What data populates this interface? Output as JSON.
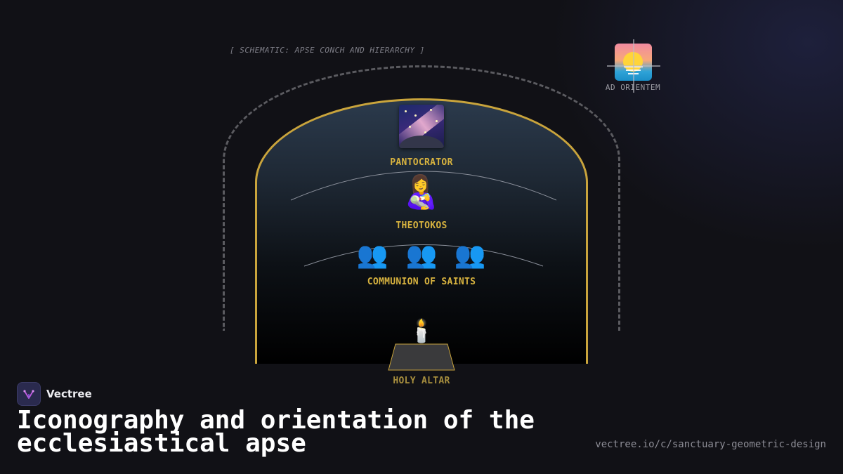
{
  "diagram": {
    "caption": "[ SCHEMATIC: APSE CONCH AND HIERARCHY ]",
    "tiers": {
      "pantocrator": {
        "label": "PANTOCRATOR",
        "icon": "milky-way-icon"
      },
      "theotokos": {
        "label": "THEOTOKOS",
        "icon": "woman-feeding-baby-icon",
        "emoji": "👩‍🍼"
      },
      "saints": {
        "label": "COMMUNION OF SAINTS",
        "icon": "busts-in-silhouette-icon",
        "emoji": "👥"
      }
    },
    "altar": {
      "label": "HOLY ALTAR",
      "icon": "candle-icon",
      "emoji": "🕯️"
    },
    "orientation": {
      "label": "AD ORIENTEM",
      "icon": "sunrise-icon"
    }
  },
  "colors": {
    "gold": "#d8b33f",
    "apse_border": "#c9a43c",
    "background": "#111116"
  },
  "footer": {
    "brand": "Vectree",
    "headline": "Iconography and orientation of the ecclesiastical apse",
    "url": "vectree.io/c/sanctuary-geometric-design"
  }
}
